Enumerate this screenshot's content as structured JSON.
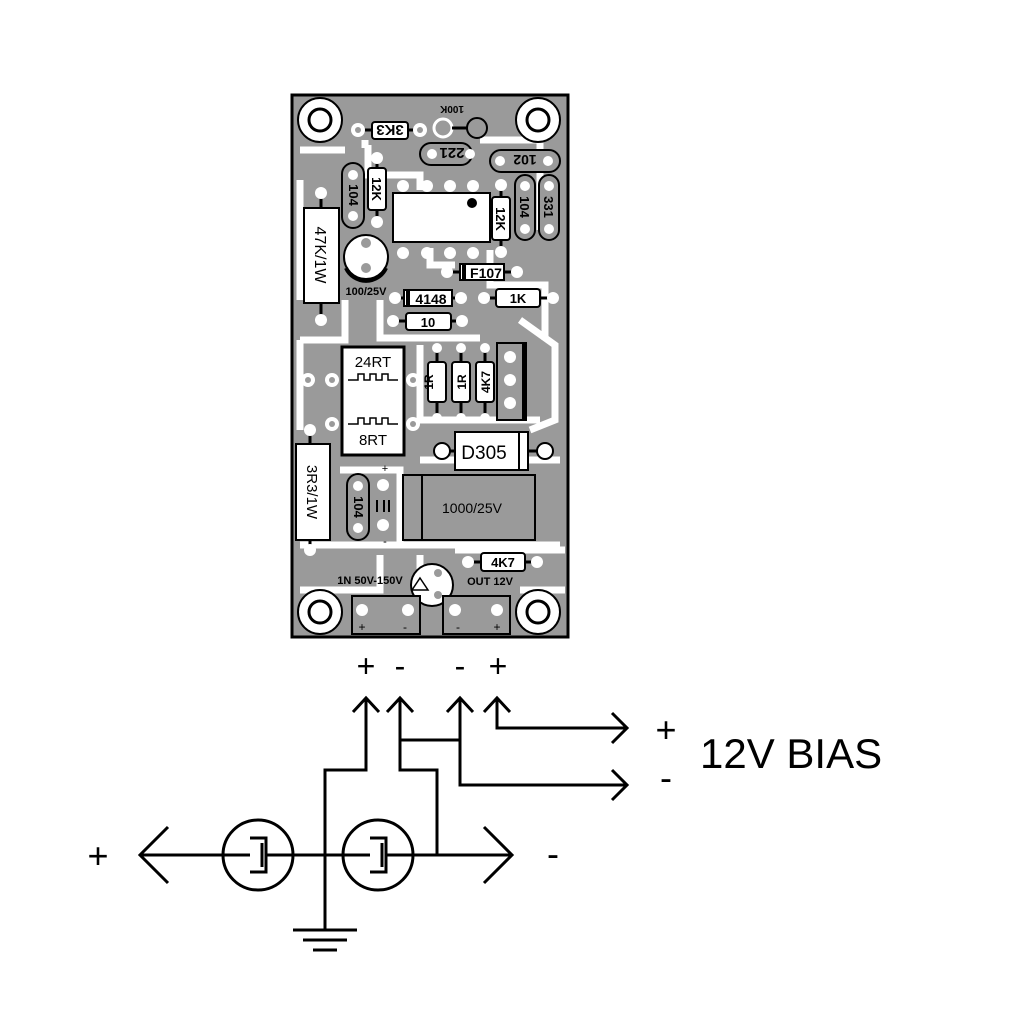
{
  "board": {
    "components": {
      "r_3k3": "3K3",
      "trim_100k": "100K",
      "c_221": "221",
      "c_102": "102",
      "c_104_a": "104",
      "r_12k_a": "12K",
      "r_12k_b": "12K",
      "c_104_b": "104",
      "c_331": "331",
      "r_47k": "47K/1W",
      "c_100_25v": "100/25V",
      "d_f107": "F107",
      "d_4148": "4148",
      "r_1k": "1K",
      "r_10": "10",
      "transformer_primary": "24RT",
      "transformer_secondary": "8RT",
      "r_1r_a": "1R",
      "r_1r_b": "1R",
      "r_4k7_a": "4K7",
      "d_d305": "D305",
      "r_3r3": "3R3/1W",
      "c_104_c": "104",
      "c_1000_25v": "1000/25V",
      "r_4k7_b": "4K7",
      "zener": "1N 50V-150V",
      "out": "OUT 12V"
    },
    "polarity": {
      "plus": "+",
      "minus": "-"
    }
  },
  "wiring": {
    "terminal_labels": [
      "+",
      "-",
      "-",
      "+"
    ],
    "bias_plus": "+",
    "bias_minus": "-",
    "bias_label": "12V BIAS",
    "input_plus": "+",
    "input_minus": "-"
  }
}
